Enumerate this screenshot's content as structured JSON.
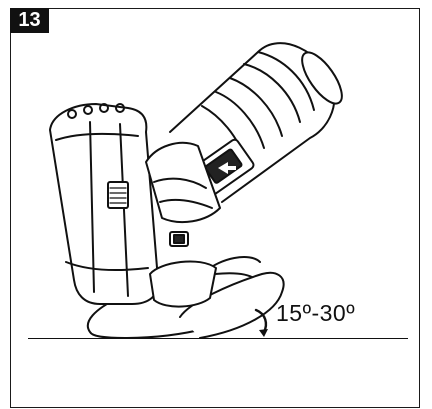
{
  "figure": {
    "number": "13",
    "angle_label": "15º-30º"
  },
  "icons": {
    "illustration": "angle-grinder-tilted-illustration",
    "rotation": "curved-rotation-arrow-icon"
  },
  "colors": {
    "ink": "#111111",
    "badge_bg": "#111111",
    "badge_text": "#ffffff"
  }
}
